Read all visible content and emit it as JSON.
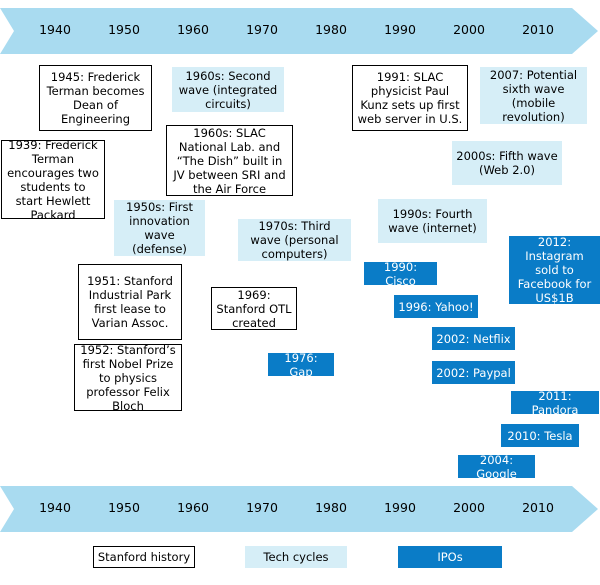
{
  "timeline": {
    "years": [
      "1940",
      "1950",
      "1960",
      "1970",
      "1980",
      "1990",
      "2000",
      "2010"
    ],
    "color": "#a9dbf0"
  },
  "colors": {
    "history_border": "#000000",
    "tech_fill": "#d6eef7",
    "ipo_fill": "#0a7cc7"
  },
  "history": [
    "1945: Frederick Terman becomes Dean of Engineering",
    "1939: Frederick Terman encourages two students to start Hewlett Packard",
    "1960s: SLAC National Lab. and “The Dish” built in JV between SRI and the Air Force",
    "1991: SLAC physicist Paul Kunz sets up first web server in U.S.",
    "1951: Stanford Industrial Park first lease to Varian Assoc.",
    "1969: Stanford OTL created",
    "1952: Stanford’s first Nobel Prize to physics professor Felix Bloch"
  ],
  "tech": [
    "1960s: Second wave (integrated circuits)",
    "2007: Potential sixth wave (mobile revolution)",
    "2000s: Fifth wave (Web 2.0)",
    "1950s: First innovation wave (defense)",
    "1990s: Fourth wave (internet)",
    "1970s: Third wave (personal computers)"
  ],
  "ipos": [
    "2012: Instagram sold to Facebook for US$1B",
    "1990: Cisco",
    "1996: Yahoo!",
    "2002: Netflix",
    "2002: Paypal",
    "1976: Gap",
    "2011: Pandora",
    "2010: Tesla",
    "2004: Google"
  ],
  "legend": {
    "history": "Stanford history",
    "tech": "Tech cycles",
    "ipo": "IPOs"
  }
}
